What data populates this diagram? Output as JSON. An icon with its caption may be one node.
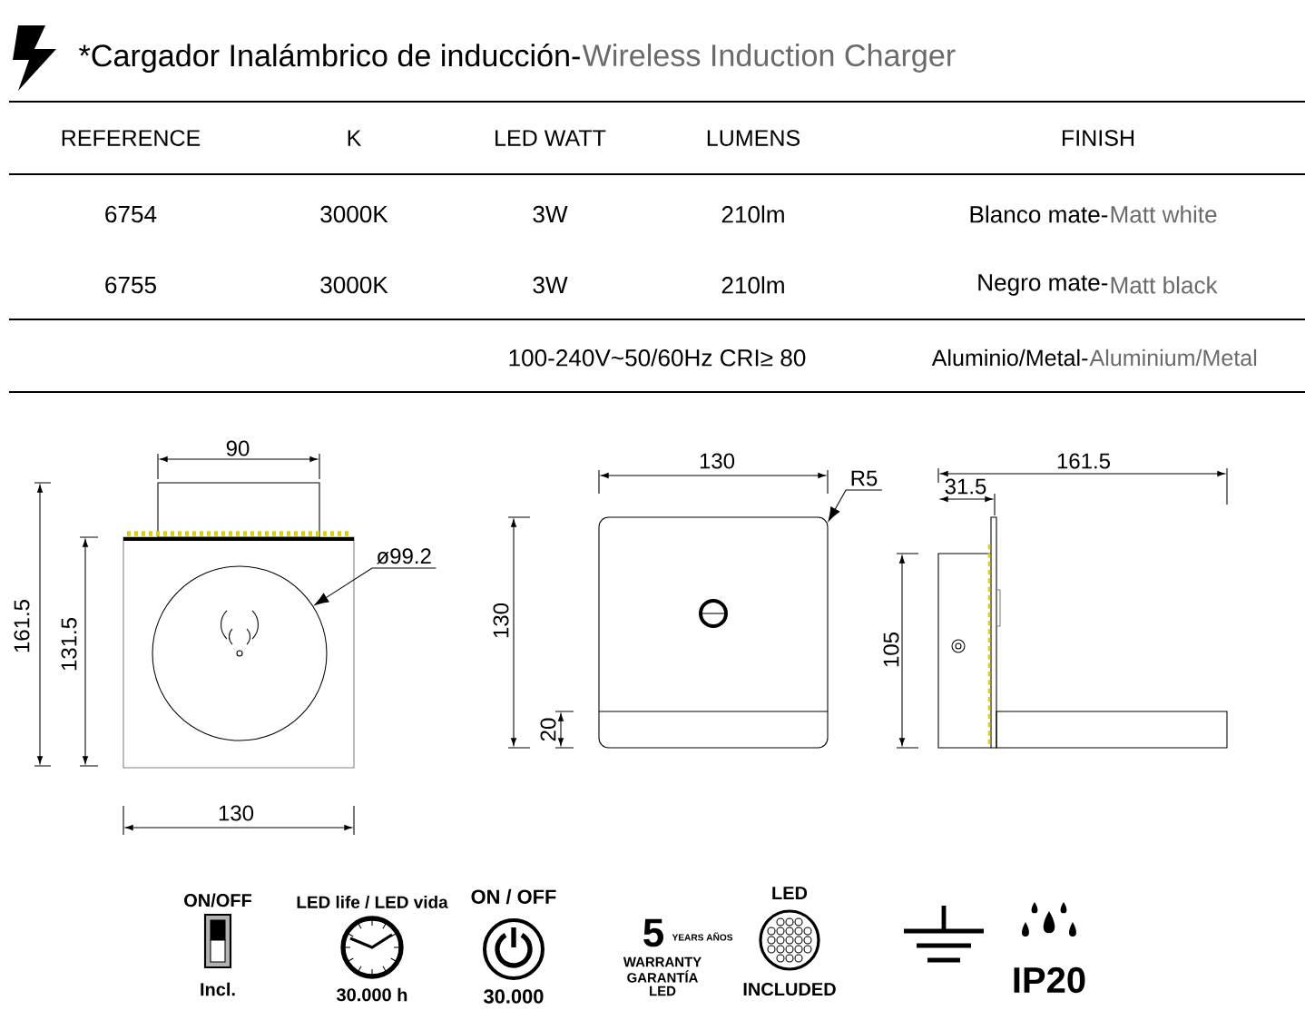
{
  "diagram": {
    "nodes": [
      {
        "text": [
          "ø99.2"
        ]
      },
      {
        "text": [],
        "shape": "circle"
      },
      {
        "text": [
          "R5"
        ]
      }
    ],
    "edges": [
      {
        "from": 0,
        "to": 1,
        "arrow": "to"
      },
      {
        "from": 2,
        "to": null,
        "arrow": "to"
      }
    ],
    "labels": [
      "*Cargador Inalámbrico de inducción-",
      "Wireless Induction Charger",
      "REFERENCE",
      "K",
      "LED WATT",
      "LUMENS",
      "FINISH",
      "6754",
      "3000K",
      "3W",
      "210lm",
      "Blanco mate-",
      "Matt white",
      "6755",
      "3000K",
      "3W",
      "210lm",
      "Negro mate-",
      "Matt black",
      "100-240V~50/60Hz CRI≥ 80",
      "Aluminio/Metal-",
      "Aluminium/Metal",
      "90",
      "161.5",
      "131.5",
      "130",
      "130",
      "130",
      "20",
      "161.5",
      "31.5",
      "105",
      "ON/OFF",
      "Incl.",
      "LED life / LED vida",
      "30.000 h",
      "ON / OFF",
      "30.000",
      "5",
      "YEARS AÑOS",
      "WARRANTY",
      "GARANTÍA",
      "LED",
      "LED",
      "INCLUDED",
      "IP20"
    ]
  }
}
